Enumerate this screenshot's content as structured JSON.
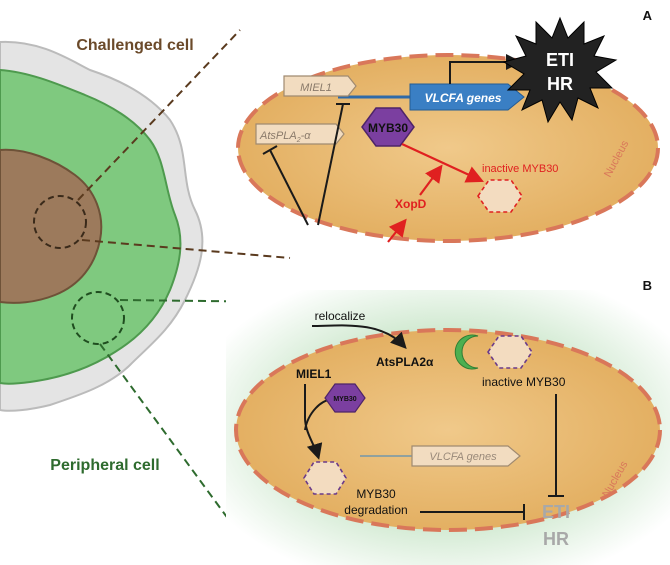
{
  "panels": {
    "a": {
      "letter": "A",
      "side_label": "Challenged cell",
      "miel1": "MIEL1",
      "atspla": "AtsPLA",
      "atspla_sub": "2",
      "atspla_suffix": "-α",
      "vlcfa": "VLCFA genes",
      "myb30": "MYB30",
      "inactive": "inactive MYB30",
      "xopd": "XopD",
      "nucleus": "Nucleus",
      "burst_line1": "ETI",
      "burst_line2": "HR"
    },
    "b": {
      "letter": "B",
      "side_label": "Peripheral cell",
      "relocalize": "relocalize",
      "atspla": "AtsPLA2α",
      "inactive": "inactive MYB30",
      "miel1": "MIEL1",
      "myb30": "MYB30",
      "vlcfa": "VLCFA genes",
      "degradation_line1": "MYB30",
      "degradation_line2": "degradation",
      "nucleus": "Nucleus",
      "eti": "ETI",
      "hr": "HR"
    }
  },
  "colors": {
    "nucleus_fill": "#e8b86a",
    "nucleus_border": "#d9775a",
    "green_glow": "#cfe8cf",
    "green_tissue": "#7fc97f",
    "brown_tissue": "#9c7a5c",
    "myb30": "#7b3fa0",
    "vlcfa": "#3a7fc4",
    "red": "#e02020",
    "dark_green": "#2e6b2e",
    "brown_text": "#6b4a2a"
  }
}
